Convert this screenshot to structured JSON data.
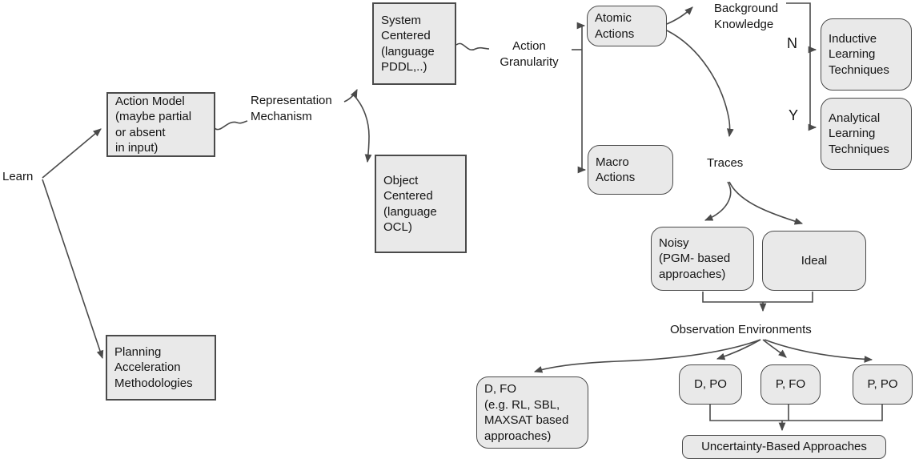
{
  "diagram": {
    "title": "Action model learning taxonomy flowchart",
    "colors": {
      "background": "#ffffff",
      "node_fill": "#e9e9e9",
      "node_border": "#4a4a4a",
      "line": "#4a4a4a",
      "text": "#141414"
    },
    "nodes": {
      "learn": {
        "label": "Learn"
      },
      "action_model": {
        "label": "Action Model\n(maybe partial\nor absent\nin input)"
      },
      "representation_mechanism": {
        "label": "Representation\nMechanism"
      },
      "system_centered": {
        "label": "System\nCentered\n(language\nPDDL,..)"
      },
      "object_centered": {
        "label": "Object\nCentered\n(language\nOCL)"
      },
      "action_granularity": {
        "label": "Action\nGranularity"
      },
      "atomic_actions": {
        "label": "Atomic\nActions"
      },
      "macro_actions": {
        "label": "Macro\nActions"
      },
      "background_knowledge": {
        "label": "Background\nKnowledge"
      },
      "n_branch": {
        "label": "N"
      },
      "y_branch": {
        "label": "Y"
      },
      "inductive_learning": {
        "label": "Inductive\nLearning\nTechniques"
      },
      "analytical_learning": {
        "label": "Analytical\nLearning\nTechniques"
      },
      "traces": {
        "label": "Traces"
      },
      "noisy": {
        "label": "Noisy\n(PGM- based\napproaches)"
      },
      "ideal": {
        "label": "Ideal"
      },
      "observation_environments": {
        "label": "Observation Environments"
      },
      "d_fo": {
        "label": "D, FO\n(e.g. RL, SBL,\nMAXSAT based\napproaches)"
      },
      "d_po": {
        "label": "D, PO"
      },
      "p_fo": {
        "label": "P, FO"
      },
      "p_po": {
        "label": "P, PO"
      },
      "uncertainty_based": {
        "label": "Uncertainty-Based Approaches"
      },
      "planning_acceleration": {
        "label": "Planning\nAcceleration\nMethodologies"
      }
    },
    "edges": [
      {
        "from": "learn",
        "to": "action_model"
      },
      {
        "from": "learn",
        "to": "planning_acceleration"
      },
      {
        "from": "action_model",
        "to": "representation_mechanism"
      },
      {
        "from": "representation_mechanism",
        "to": "system_centered"
      },
      {
        "from": "representation_mechanism",
        "to": "object_centered"
      },
      {
        "from": "system_centered",
        "to": "action_granularity"
      },
      {
        "from": "action_granularity",
        "to": "atomic_actions"
      },
      {
        "from": "action_granularity",
        "to": "macro_actions"
      },
      {
        "from": "atomic_actions",
        "to": "background_knowledge"
      },
      {
        "from": "atomic_actions",
        "to": "traces"
      },
      {
        "from": "background_knowledge",
        "to": "inductive_learning",
        "branch": "N"
      },
      {
        "from": "background_knowledge",
        "to": "analytical_learning",
        "branch": "Y"
      },
      {
        "from": "traces",
        "to": "noisy"
      },
      {
        "from": "traces",
        "to": "ideal"
      },
      {
        "from": "noisy",
        "to": "observation_environments"
      },
      {
        "from": "ideal",
        "to": "observation_environments"
      },
      {
        "from": "observation_environments",
        "to": "d_fo"
      },
      {
        "from": "observation_environments",
        "to": "d_po"
      },
      {
        "from": "observation_environments",
        "to": "p_fo"
      },
      {
        "from": "observation_environments",
        "to": "p_po"
      },
      {
        "from": "d_po",
        "to": "uncertainty_based"
      },
      {
        "from": "p_fo",
        "to": "uncertainty_based"
      },
      {
        "from": "p_po",
        "to": "uncertainty_based"
      }
    ]
  }
}
